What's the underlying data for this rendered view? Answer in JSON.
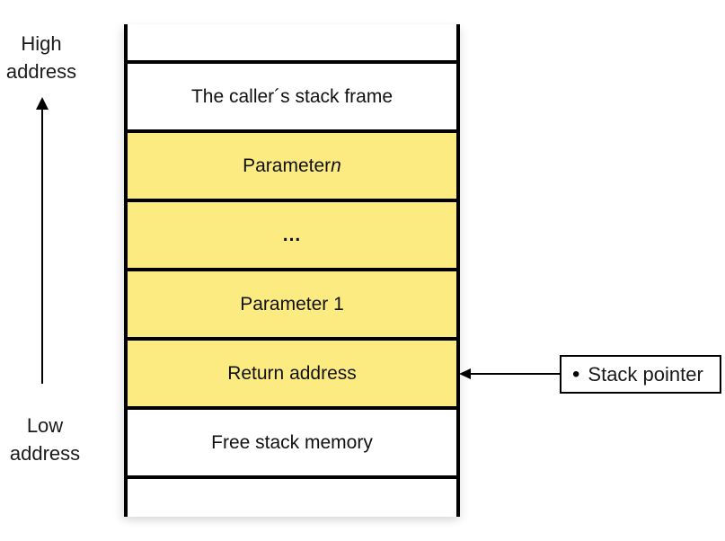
{
  "diagram": {
    "high_address": {
      "line1": "High",
      "line2": "address"
    },
    "low_address": {
      "line1": "Low",
      "line2": "address"
    },
    "stack": {
      "cells": [
        {
          "text": "The caller´s stack frame",
          "italic": "",
          "fill": "#FFFFFF"
        },
        {
          "text": "Parameter ",
          "italic": "n",
          "fill": "#FCEB80"
        },
        {
          "text": "...",
          "italic": "",
          "fill": "#FCEB80"
        },
        {
          "text": "Parameter 1",
          "italic": "",
          "fill": "#FCEB80"
        },
        {
          "text": "Return address",
          "italic": "",
          "fill": "#FCEB80"
        },
        {
          "text": "Free stack memory",
          "italic": "",
          "fill": "#FFFFFF"
        }
      ]
    },
    "stack_pointer": {
      "bullet": "•",
      "label": "Stack pointer"
    },
    "colors": {
      "line": "#000000",
      "cell_yellow": "#FCEB80",
      "background": "#FFFFFF"
    }
  }
}
